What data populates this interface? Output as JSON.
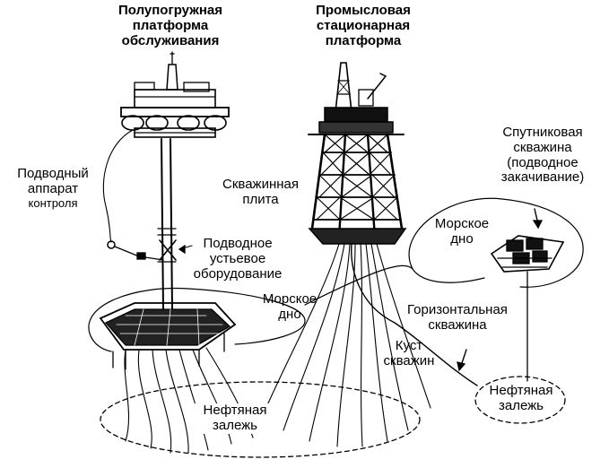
{
  "labels": {
    "semi_sub_platform": [
      "Полупогружная",
      "платформа",
      "обслуживания"
    ],
    "fixed_platform": [
      "Промысловая",
      "стационарная",
      "платформа"
    ],
    "subsea_control": [
      "Подводный",
      "аппарат"
    ],
    "subsea_control_sub": "контроля",
    "well_plate": [
      "Скважинная",
      "плита"
    ],
    "subsea_wellhead": [
      "Подводное",
      "устьевое",
      "оборудование"
    ],
    "seabed_left": [
      "Морское",
      "дно"
    ],
    "seabed_right": [
      "Морское",
      "дно"
    ],
    "satellite_well": [
      "Спутниковая",
      "скважина",
      "(подводное",
      "закачивание)"
    ],
    "horizontal_well": [
      "Горизонтальная",
      "скважина"
    ],
    "well_cluster": [
      "Куст",
      "скважин"
    ],
    "oil_deposit_main": [
      "Нефтяная",
      "залежь"
    ],
    "oil_deposit_satellite": [
      "Нефтяная",
      "залежь"
    ]
  },
  "colors": {
    "ink": "#000000",
    "paper": "#ffffff"
  }
}
